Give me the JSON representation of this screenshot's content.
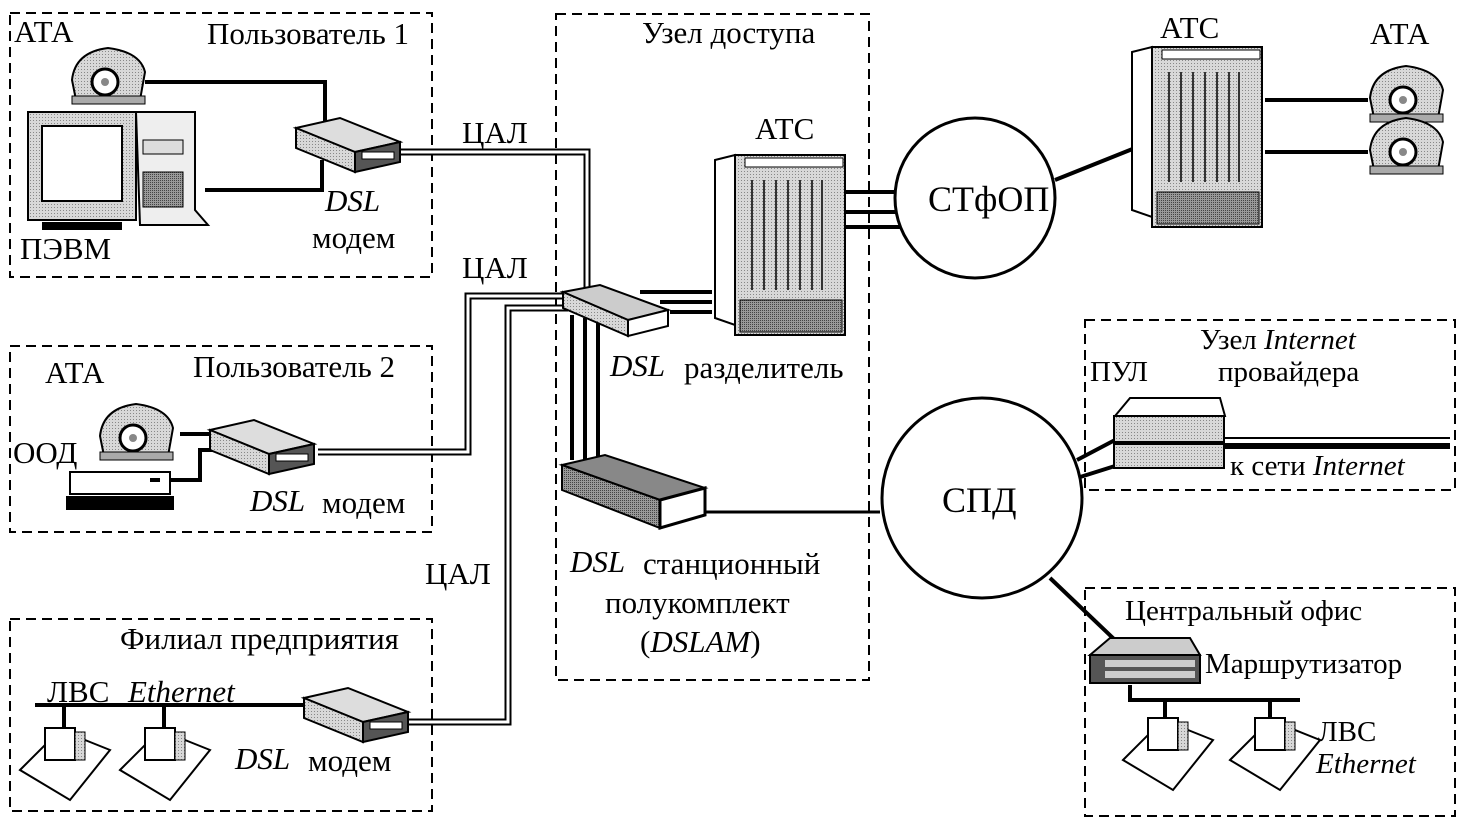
{
  "groups": {
    "user1": {
      "title": "Пользователь 1",
      "phone": "АТА",
      "pc": "ПЭВМ",
      "modem_prefix": "DSL",
      "modem": "модем"
    },
    "user2": {
      "title": "Пользователь 2",
      "phone": "АТА",
      "dte": "ООД",
      "modem_prefix": "DSL",
      "modem": "модем"
    },
    "branch": {
      "title": "Филиал предприятия",
      "lan": "ЛВС",
      "lan_type": "Ethernet",
      "modem_prefix": "DSL",
      "modem": "модем"
    },
    "access_node": {
      "title": "Узел доступа",
      "pbx": "АТС",
      "splitter_prefix": "DSL",
      "splitter": "разделитель",
      "dslam_prefix": "DSL",
      "dslam_line1": "станционный",
      "dslam_line2": "полукомплект",
      "dslam_abbr_open": "(",
      "dslam_abbr": "DSLAM",
      "dslam_abbr_close": ")"
    },
    "isp": {
      "title_word": "Узел",
      "title_it": "Internet",
      "title_line2": "провайдера",
      "pool": "ПУЛ",
      "to_net": "к сети",
      "to_net_it": "Internet"
    },
    "central": {
      "title": "Центральный офис",
      "router": "Маршрутизатор",
      "lan": "ЛВС",
      "lan_type": "Ethernet"
    }
  },
  "remote": {
    "pbx": "АТС",
    "phone": "АТА"
  },
  "networks": {
    "pstn": "СТфОП",
    "pdn": "СПД"
  },
  "lines": {
    "dsl_line": "ЦАЛ"
  }
}
